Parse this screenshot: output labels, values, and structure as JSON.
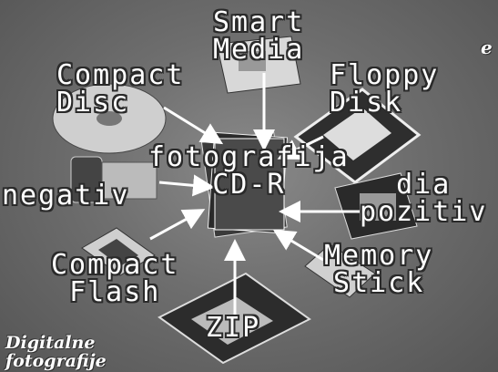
{
  "labels": {
    "smart_media": "Smart\nMedia",
    "compact_disc": "Compact\nDisc",
    "floppy_disk": "Floppy\nDisk",
    "center": "fotografija\nCD-R",
    "negativ": "negativ",
    "dia_pozitiv": "dia\npozitiv",
    "compact_flash": "Compact\nFlash",
    "memory_stick": "Memory\nStick",
    "zip": "ZIP"
  },
  "corner_bottom": "Digitalne\nfotografije",
  "corner_top_right": "e"
}
